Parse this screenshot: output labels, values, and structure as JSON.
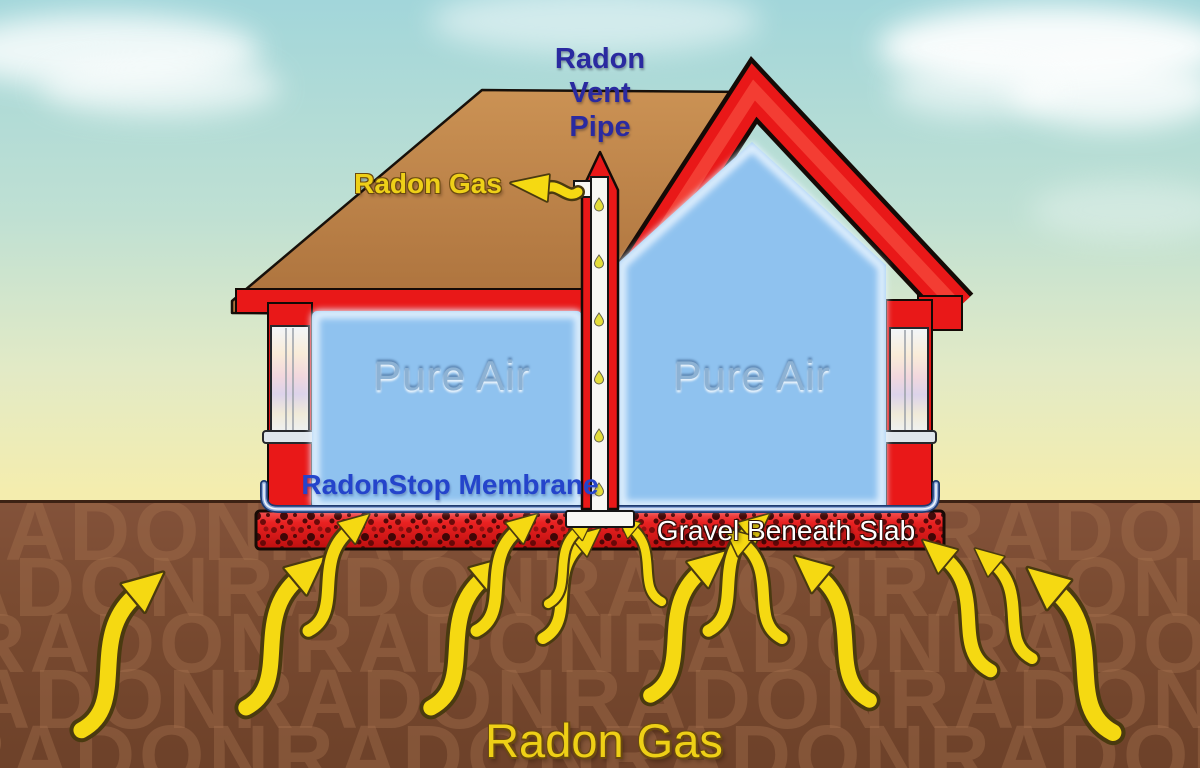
{
  "diagram": {
    "vent_pipe_label": {
      "line1": "Radon",
      "line2": "Vent",
      "line3": "Pipe"
    },
    "roof_gas_label": "Radon Gas",
    "left_room_label": "Pure Air",
    "right_room_label": "Pure Air",
    "membrane_label": "RadonStop Membrane",
    "gravel_label": "Gravel Beneath Slab",
    "ground_gas_label": "Radon Gas",
    "soil_watermark": "RADON",
    "colors": {
      "sky_top": "#a2d6da",
      "sky_horizon": "#f4edae",
      "roof_brown": "#c28a4e",
      "house_red": "#e91818",
      "room_blue": "#8fc2ef",
      "soil_brown": "#7b4c32",
      "gravel_red": "#d81818",
      "arrow_yellow": "#f5d912",
      "vent_label_blue": "#2a2aa0",
      "membrane_label_blue": "#2444cb",
      "gas_label_yellow": "#eed018"
    }
  }
}
